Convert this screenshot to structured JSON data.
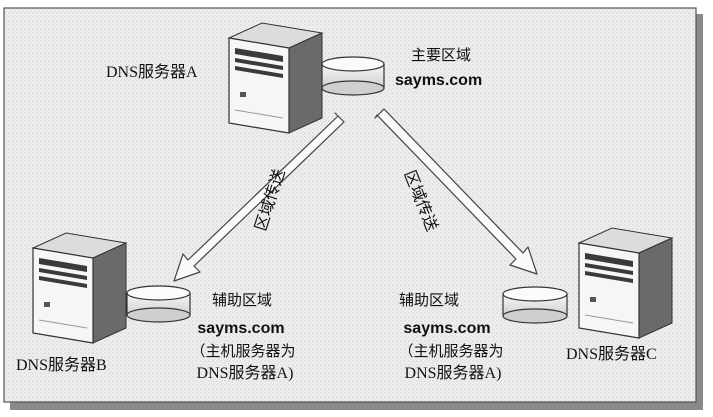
{
  "servers": {
    "a": {
      "label": "DNS服务器A",
      "zone_type": "主要区域",
      "zone_domain": "sayms.com"
    },
    "b": {
      "label": "DNS服务器B",
      "zone_type": "辅助区域",
      "zone_domain": "sayms.com",
      "note_line1": "（主机服务器为",
      "note_line2": "DNS服务器A)"
    },
    "c": {
      "label": "DNS服务器C",
      "zone_type": "辅助区域",
      "zone_domain": "sayms.com",
      "note_line1": "（主机服务器为",
      "note_line2": "DNS服务器A)"
    }
  },
  "transfers": {
    "left": "区域传送",
    "right": "区域传送"
  },
  "colors": {
    "background": "#ececec",
    "frame": "#555555",
    "server_body": "#f4f4f4",
    "server_dark": "#3a3a3a"
  },
  "icons": {
    "server": "server-tower-icon",
    "zone": "zone-disk-icon",
    "transfer": "transfer-arrow-icon"
  }
}
